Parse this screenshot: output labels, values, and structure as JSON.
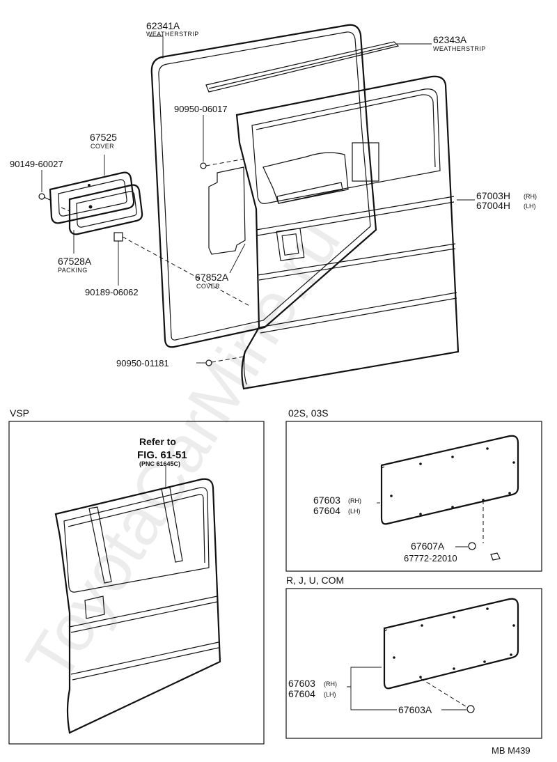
{
  "watermark": "ToyotaCarMine.ru",
  "main": {
    "weatherstrip_1": {
      "part": "62341A",
      "caption": "WEATHERSTRIP"
    },
    "weatherstrip_2": {
      "part": "62343A",
      "caption": "WEATHERSTRIP"
    },
    "clip_top": {
      "part": "90950-06017"
    },
    "cover_1": {
      "part": "67525",
      "caption": "COVER"
    },
    "screw": {
      "part": "90149-60027"
    },
    "door_panel": {
      "part_rh": "67003H",
      "suffix_rh": "(RH)",
      "part_lh": "67004H",
      "suffix_lh": "(LH)"
    },
    "packing": {
      "part": "67528A",
      "caption": "PACKING"
    },
    "cover_2": {
      "part": "67852A",
      "caption": "COVER"
    },
    "clip_mid": {
      "part": "90189-06062"
    },
    "clip_bottom": {
      "part": "90950-01181"
    }
  },
  "vsp": {
    "header": "VSP",
    "refer_to": "Refer to",
    "fig_ref": "FIG. 61-51",
    "pnc_ref": "(PNC 61645C)"
  },
  "box_02s": {
    "header": "02S, 03S",
    "trim_rh": "67603",
    "trim_rh_suffix": "(RH)",
    "trim_lh": "67604",
    "trim_lh_suffix": "(LH)",
    "clip_a": "67607A",
    "clip_b": "67772-22010"
  },
  "box_rju": {
    "header": "R, J, U, COM",
    "trim_rh": "67603",
    "trim_rh_suffix": "(RH)",
    "trim_lh": "67604",
    "trim_lh_suffix": "(LH)",
    "clip": "67603A"
  },
  "footer": {
    "code": "MB  M439"
  }
}
